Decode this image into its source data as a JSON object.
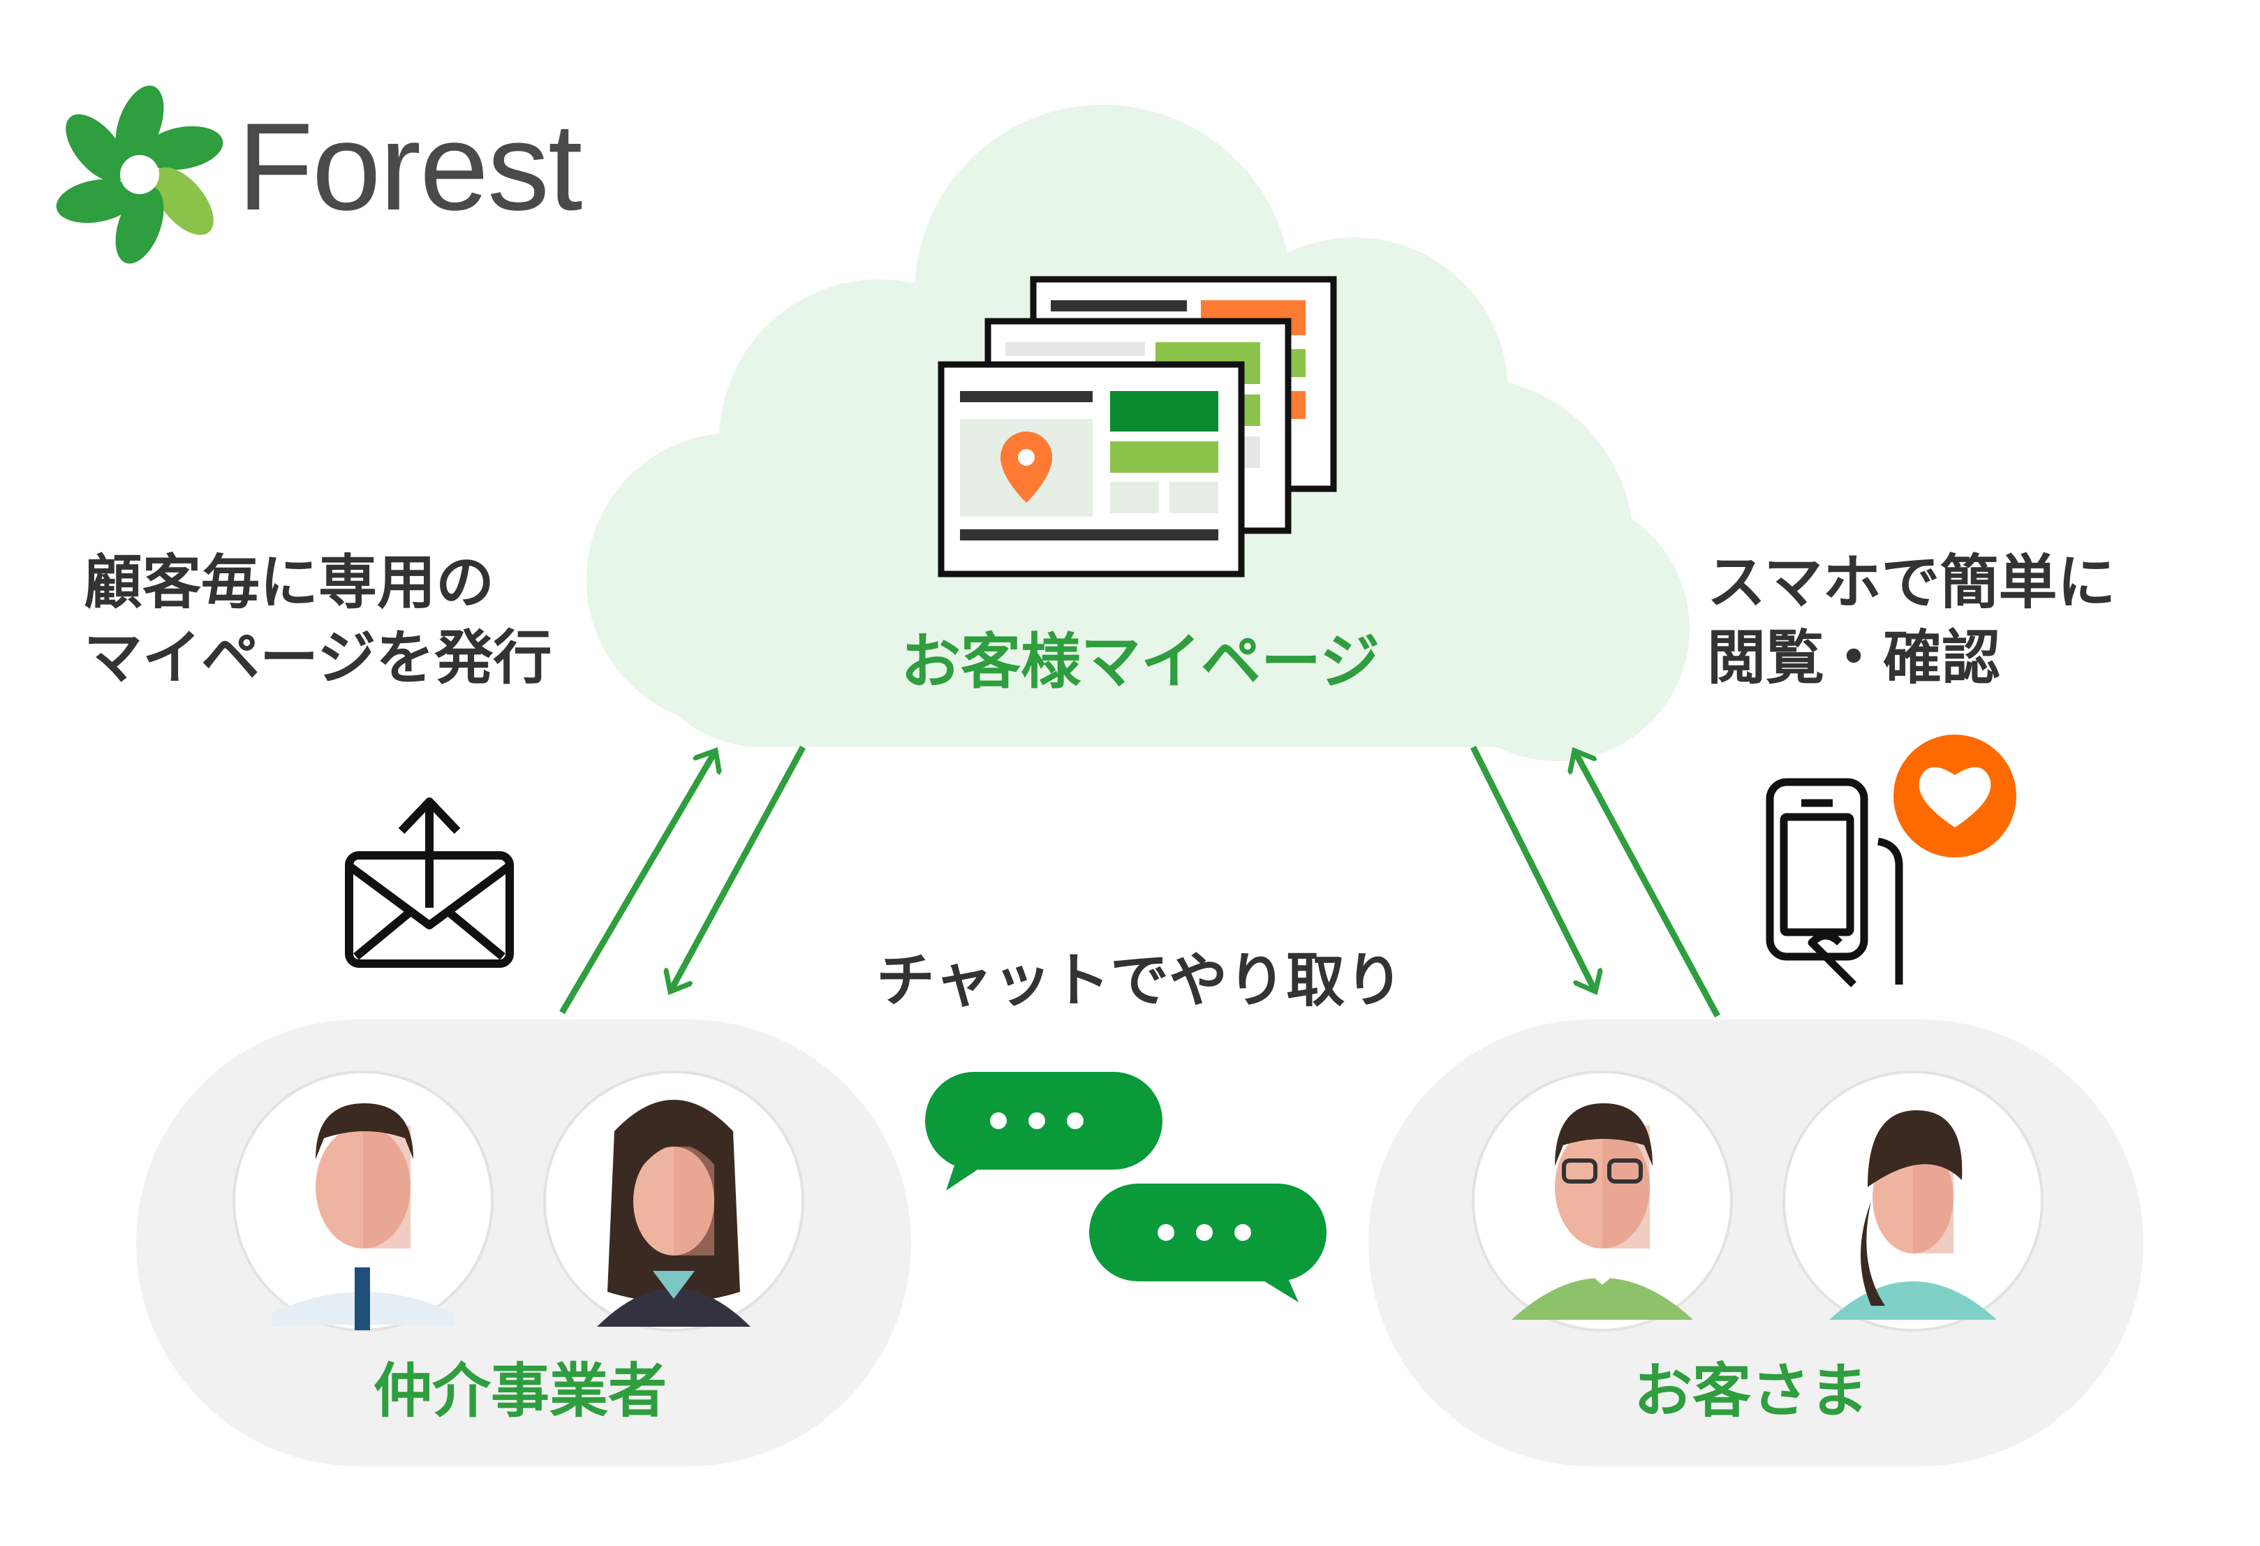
{
  "logo": {
    "text": "Forest"
  },
  "cloud": {
    "label": "お客様マイページ"
  },
  "captions": {
    "left_line1": "顧客毎に専用の",
    "left_line2": "マイページを発行",
    "right_line1": "スマホで簡単に",
    "right_line2": "閲覧・確認",
    "chat": "チャットでやり取り"
  },
  "groups": {
    "broker": {
      "label": "仲介事業者"
    },
    "customer": {
      "label": "お客さま"
    }
  },
  "icons": [
    "leaf-logo-icon",
    "browser-windows-icon",
    "map-pin-icon",
    "mail-send-icon",
    "smartphone-icon",
    "heart-icon",
    "chat-bubble-icon",
    "person-avatar-icon",
    "arrow-icon"
  ],
  "colors": {
    "green": "#2e9e3e",
    "dark_green": "#0a8a2e",
    "light_green": "#8bc34a",
    "orange": "#ff7a33",
    "cloud": "#e8f5e9",
    "pill": "#f1f1f1",
    "text": "#333333"
  }
}
